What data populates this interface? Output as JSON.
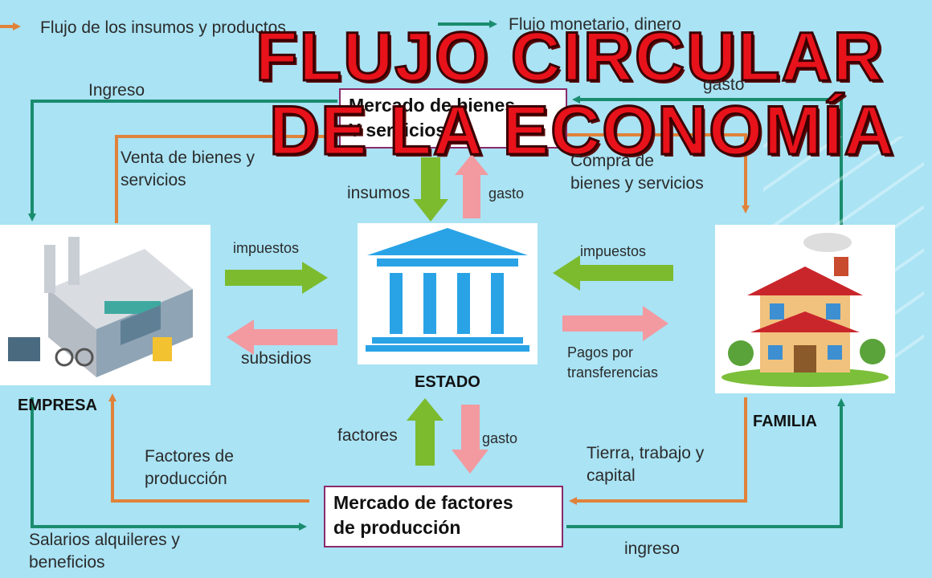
{
  "legend": {
    "orange_text": "Flujo de los insumos y productos",
    "green_text": "Flujo monetario, dinero"
  },
  "title": {
    "line1": "FLUJO CIRCULAR",
    "line2": "DE LA ECONOMÍA"
  },
  "nodes": {
    "goods_market": {
      "line1": "Mercado de bienes",
      "line2": "Y servicios"
    },
    "factors_market": {
      "line1": "Mercado de factores",
      "line2": "de producción"
    },
    "estado": "ESTADO",
    "empresa": "EMPRESA",
    "familia": "FAMILIA"
  },
  "labels": {
    "ingreso_top": "Ingreso",
    "venta": [
      "Venta de bienes y",
      "servicios"
    ],
    "gasto_top": "gasto",
    "compra": [
      "Compra de",
      "bienes y servicios"
    ],
    "insumos": "insumos",
    "gasto_up": "gasto",
    "impuestos_left": "impuestos",
    "impuestos_right": "impuestos",
    "subsidios": "subsidios",
    "pagos": [
      "Pagos por",
      "transferencias"
    ],
    "factores": "factores",
    "gasto_down": "gasto",
    "factores_produccion": [
      "Factores de",
      "producción"
    ],
    "tierra": [
      "Tierra, trabajo y",
      "capital"
    ],
    "salarios": [
      "Salarios alquileres y",
      "beneficios"
    ],
    "ingreso_bottom": "ingreso"
  },
  "colors": {
    "money_flow": "#1a8c6e",
    "goods_flow": "#e0823a",
    "green_arrow": "#7cbb2e",
    "pink_arrow": "#f29aa0",
    "temple": "#29a3e6",
    "title_red": "#e8121b"
  }
}
